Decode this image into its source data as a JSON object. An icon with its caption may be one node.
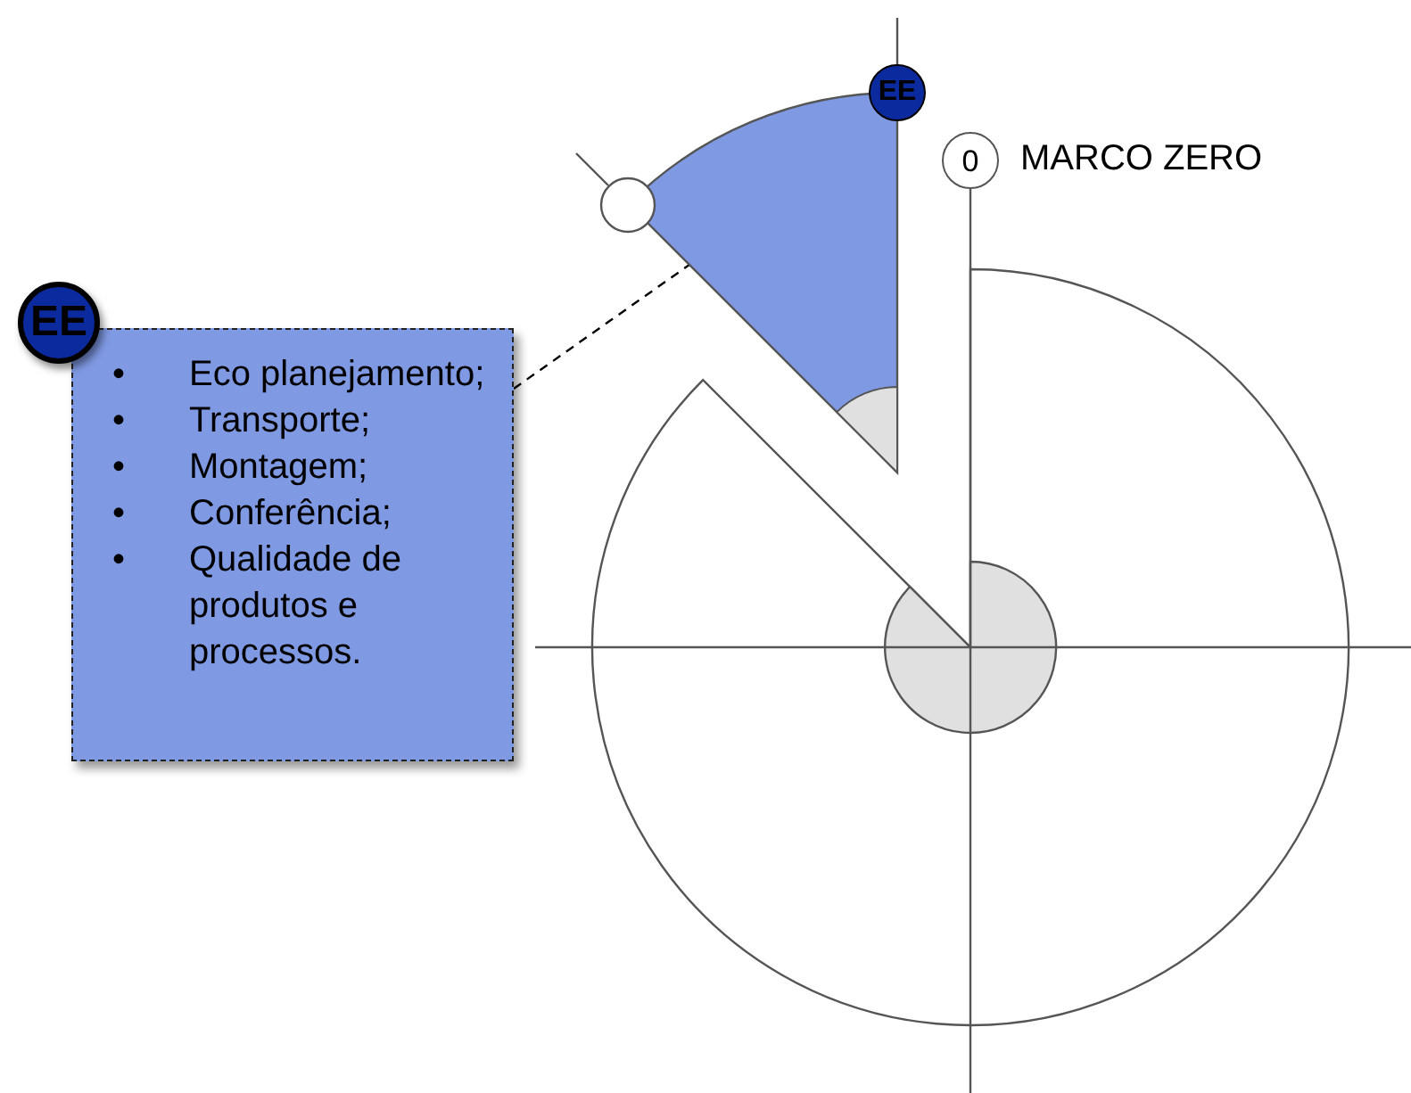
{
  "diagram": {
    "nodes": [
      {
        "text": [
          "EE"
        ]
      },
      {
        "text": [
          "0"
        ],
        "beside": [
          "MARCO ZERO"
        ]
      },
      {
        "text": [],
        "shape": "circle"
      },
      {
        "text": [],
        "shape": "sector"
      },
      {
        "text": [
          "EE"
        ]
      },
      {
        "text": [
          "•",
          "Eco planejamento;",
          "•",
          "Transporte;",
          "•",
          "Montagem;",
          "•",
          "Conferência;",
          "•",
          "Qualidade de produtos e processos."
        ]
      }
    ],
    "edges": [
      {
        "from": 5,
        "to": 3,
        "arrow": "none",
        "style": "dashed"
      }
    ]
  }
}
